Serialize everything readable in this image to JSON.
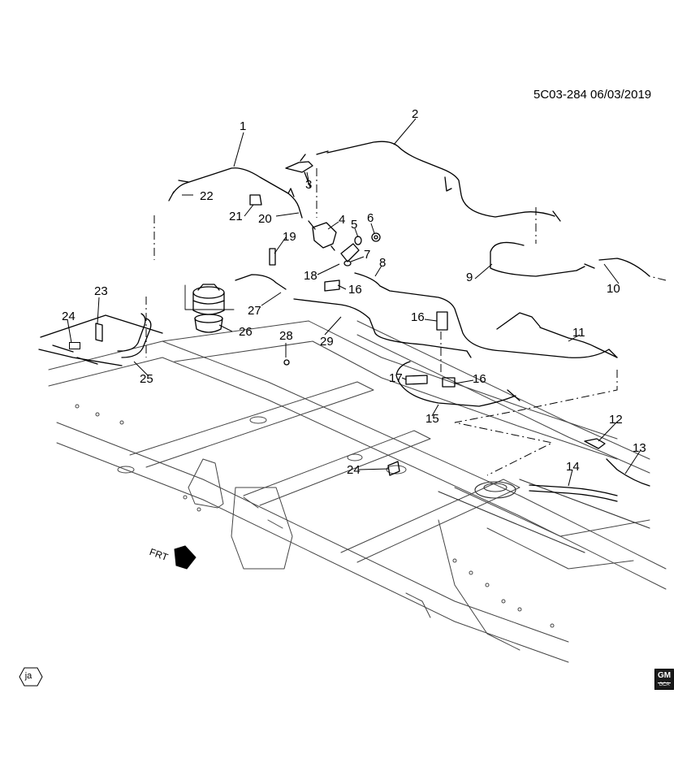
{
  "diagram": {
    "document_id": "5C03-284  06/03/2019",
    "front_indicator": "FRT",
    "corner_badge": "ja",
    "logo_text": "GM",
    "logo_subtext": "GCA",
    "callouts": [
      {
        "label": "1"
      },
      {
        "label": "2"
      },
      {
        "label": "3"
      },
      {
        "label": "4"
      },
      {
        "label": "5"
      },
      {
        "label": "6"
      },
      {
        "label": "7"
      },
      {
        "label": "8"
      },
      {
        "label": "9"
      },
      {
        "label": "10"
      },
      {
        "label": "11"
      },
      {
        "label": "12"
      },
      {
        "label": "13"
      },
      {
        "label": "14"
      },
      {
        "label": "15"
      },
      {
        "label": "16"
      },
      {
        "label": "16"
      },
      {
        "label": "16"
      },
      {
        "label": "17"
      },
      {
        "label": "18"
      },
      {
        "label": "19"
      },
      {
        "label": "20"
      },
      {
        "label": "21"
      },
      {
        "label": "22"
      },
      {
        "label": "23"
      },
      {
        "label": "24"
      },
      {
        "label": "24"
      },
      {
        "label": "25"
      },
      {
        "label": "26"
      },
      {
        "label": "27"
      },
      {
        "label": "28"
      },
      {
        "label": "29"
      }
    ],
    "colors": {
      "line": "#000000",
      "frame": "#555555",
      "background": "#ffffff"
    }
  }
}
